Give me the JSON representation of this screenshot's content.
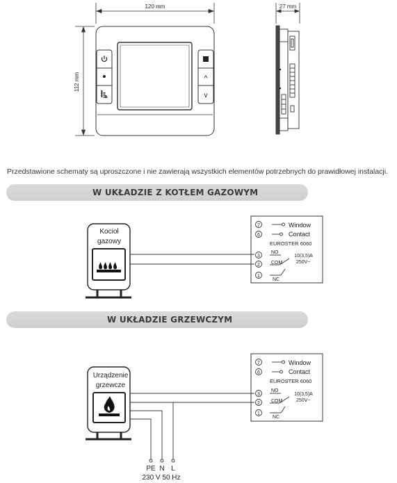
{
  "dimensions": {
    "width_front": "120 mm",
    "width_side": "27 mm",
    "height": "112 mm"
  },
  "device_buttons": {
    "power_icon": "power-icon",
    "dot_icon": "dot-icon",
    "menu_icon": "menu-icon",
    "stop_icon": "square-icon",
    "up_label": "^",
    "down_label": "v"
  },
  "note": "Przedstawione schematy są uproszczone i nie zawierają wszystkich elementów potrzebnych do prawidłowej instalacji.",
  "section1": {
    "title": "W UKŁADZIE Z KOTŁEM GAZOWYM",
    "boiler_line1": "Kocioł",
    "boiler_line2": "gazowy",
    "panel": {
      "t7": "7",
      "t6": "6",
      "t3": "3",
      "t2": "2",
      "t1": "1",
      "window": "Window",
      "contact": "Contact",
      "model": "EUROSTER 6060",
      "no": "NO",
      "com": "COM",
      "nc": "NC",
      "rating": "10(3,5)A",
      "voltage": "250V~"
    }
  },
  "section2": {
    "title": "W UKŁADZIE GRZEWCZYM",
    "device_line1": "Urządzenie",
    "device_line2": "grzewcze",
    "pe": "PE",
    "n": "N",
    "l": "L",
    "supply": "230 V 50 Hz",
    "panel": {
      "t7": "7",
      "t6": "6",
      "t3": "3",
      "t2": "2",
      "t1": "1",
      "window": "Window",
      "contact": "Contact",
      "model": "EUROSTER 6060",
      "no": "NO",
      "com": "COM",
      "nc": "NC",
      "rating": "10(3,5)A",
      "voltage": "250V~"
    }
  }
}
